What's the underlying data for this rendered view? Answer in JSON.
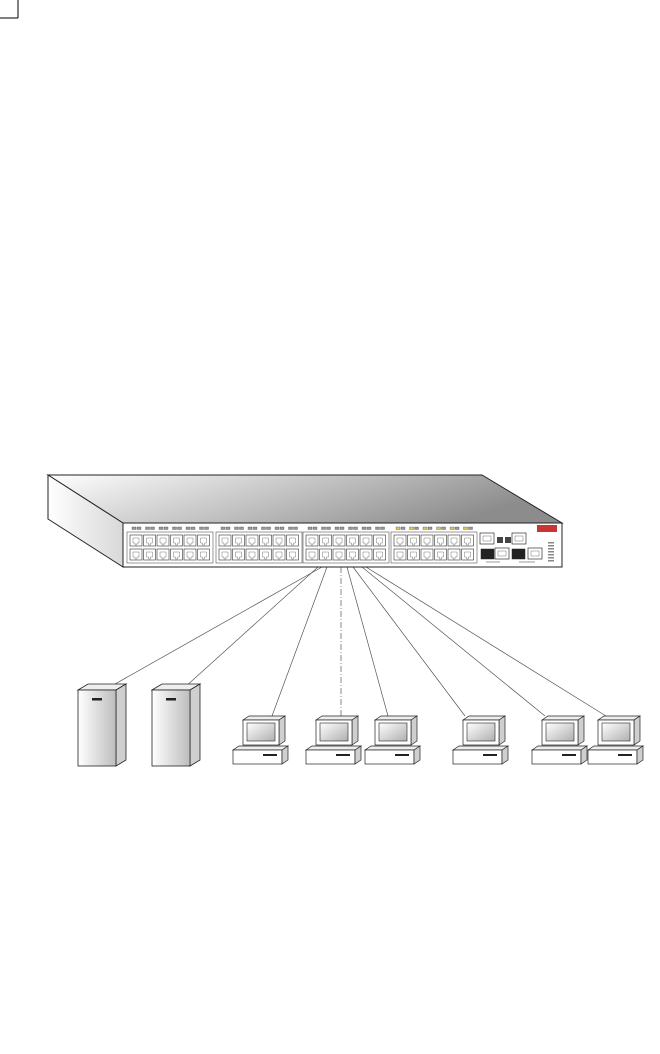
{
  "switch": {
    "brand_label": "",
    "model_label": "",
    "accent_color": "#cc3333"
  },
  "network": {
    "servers": [
      {
        "id": "server-1"
      },
      {
        "id": "server-2"
      }
    ],
    "workstations": [
      {
        "id": "pc-1"
      },
      {
        "id": "pc-2"
      },
      {
        "id": "pc-3"
      },
      {
        "id": "pc-4"
      },
      {
        "id": "pc-5"
      },
      {
        "id": "pc-6"
      }
    ],
    "link_style": [
      "solid",
      "solid",
      "solid",
      "dashed",
      "solid",
      "solid",
      "solid",
      "solid"
    ]
  }
}
